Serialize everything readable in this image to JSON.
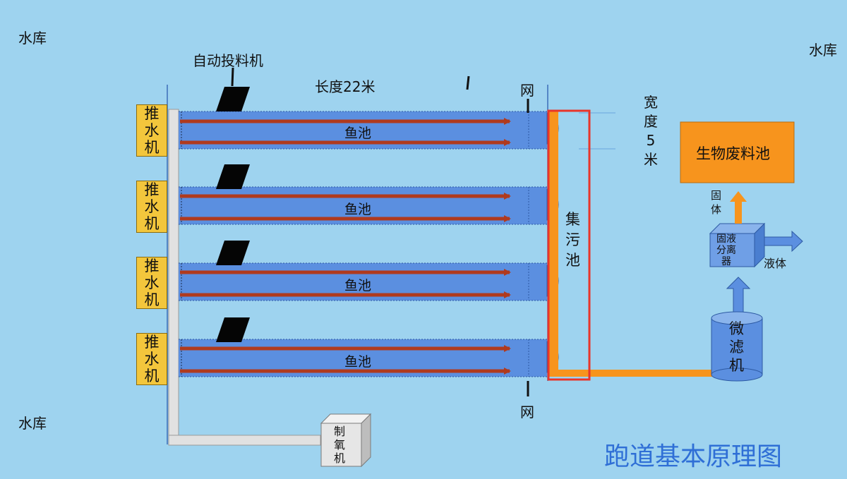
{
  "reservoir_labels": [
    "水库",
    "水库",
    "水库"
  ],
  "feeder_label": "自动投料机",
  "length_label": "长度22米",
  "width_chars": [
    "宽",
    "度",
    "5",
    "米"
  ],
  "net_label": "网",
  "pond_label": "鱼池",
  "pusher_chars": [
    "推",
    "水",
    "机"
  ],
  "sewage_pool_chars": [
    "集",
    "污",
    "池"
  ],
  "biowaste_label": "生物废料池",
  "solid_chars": [
    "固",
    "体"
  ],
  "liquid_label": "液体",
  "separator_lines": [
    "固液",
    "分离",
    "器"
  ],
  "microfilter_chars": [
    "微",
    "滤",
    "机"
  ],
  "oxygen_chars": [
    "制",
    "氧",
    "机"
  ],
  "diagram_title": "跑道基本原理图",
  "colors": {
    "background": "#9ed3ef",
    "pond": "#5b8fe0",
    "flow_arrow": "#b03a1e",
    "pusher": "#f3c63c",
    "pipe_orange": "#f7941d",
    "highlight_red": "#e8352a",
    "biowaste": "#f7941d",
    "title": "#2f6fd6"
  }
}
